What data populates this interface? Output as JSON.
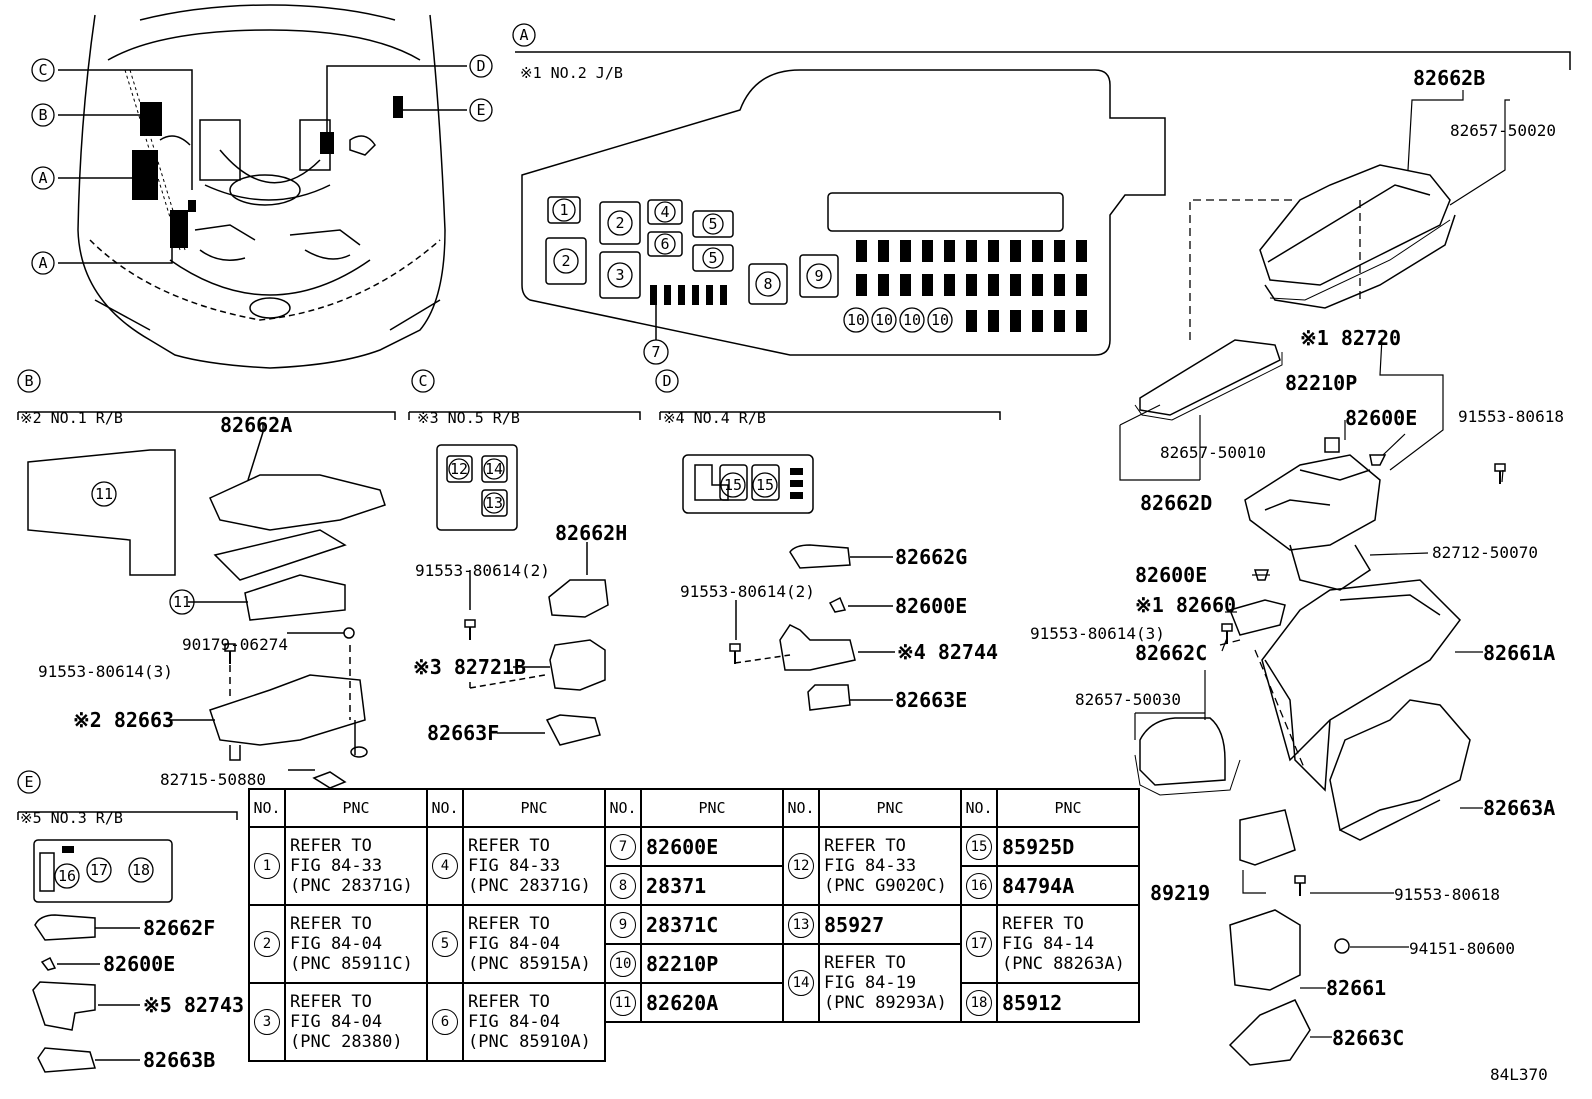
{
  "figure_code": "84L370",
  "callout_letters": [
    "A",
    "B",
    "C",
    "D",
    "E"
  ],
  "sections": {
    "A": {
      "letter": "A",
      "title": "※1 NO.2 J/B"
    },
    "B": {
      "letter": "B",
      "title": "※2 NO.1 R/B"
    },
    "C": {
      "letter": "C",
      "title": "※3 NO.5 R/B"
    },
    "D": {
      "letter": "D",
      "title": "※4 NO.4 R/B"
    },
    "E": {
      "letter": "E",
      "title": "※5 NO.3 R/B"
    }
  },
  "part_labels": {
    "p82662B": "82662B",
    "p82657_50020": "82657-50020",
    "p82720": "※1 82720",
    "p82210P": "82210P",
    "p82600E_a": "82600E",
    "p91553_80618_a": "91553-80618",
    "p82657_50010": "82657-50010",
    "p82662D": "82662D",
    "p82712_50070": "82712-50070",
    "p82600E_b": "82600E",
    "p82660": "※1 82660",
    "p91553_80614_3a": "91553-80614(3)",
    "p82662C": "82662C",
    "p82661A": "82661A",
    "p82657_50030": "82657-50030",
    "p82663A": "82663A",
    "p89219": "89219",
    "p91553_80618_b": "91553-80618",
    "p94151_80600": "94151-80600",
    "p82661": "82661",
    "p82663C": "82663C",
    "p82662A": "82662A",
    "p90179_06274": "90179-06274",
    "p91553_80614_3b": "91553-80614(3)",
    "p82663": "※2 82663",
    "p82715_50880": "82715-50880",
    "p82662H": "82662H",
    "p91553_80614_2a": "91553-80614(2)",
    "p82721B": "※3 82721B",
    "p82663F": "82663F",
    "p82662G": "82662G",
    "p91553_80614_2b": "91553-80614(2)",
    "p82600E_c": "82600E",
    "p82744": "※4 82744",
    "p82663E": "82663E",
    "p82662F": "82662F",
    "p82600E_d": "82600E",
    "p82743": "※5 82743",
    "p82663B": "82663B"
  },
  "table": {
    "header_no": "NO.",
    "header_pnc": "PNC",
    "groups": [
      {
        "rows": [
          {
            "no": "1",
            "pnc": "REFER TO\nFIG 84-33\n(PNC 28371G)"
          },
          {
            "no": "2",
            "pnc": "REFER TO\nFIG 84-04\n(PNC 85911C)"
          },
          {
            "no": "3",
            "pnc": "REFER TO\nFIG 84-04\n(PNC 28380)"
          }
        ]
      },
      {
        "rows": [
          {
            "no": "4",
            "pnc": "REFER TO\nFIG 84-33\n(PNC 28371G)"
          },
          {
            "no": "5",
            "pnc": "REFER TO\nFIG 84-04\n(PNC 85915A)"
          },
          {
            "no": "6",
            "pnc": "REFER TO\nFIG 84-04\n(PNC 85910A)"
          }
        ]
      },
      {
        "rows": [
          {
            "no": "7",
            "pnc": "82600E"
          },
          {
            "no": "8",
            "pnc": "28371"
          },
          {
            "no": "9",
            "pnc": "28371C"
          },
          {
            "no": "10",
            "pnc": "82210P"
          },
          {
            "no": "11",
            "pnc": "82620A"
          }
        ]
      },
      {
        "rows": [
          {
            "no": "12",
            "pnc": "REFER TO\nFIG 84-33\n(PNC G9020C)"
          },
          {
            "no": "13",
            "pnc": "85927"
          },
          {
            "no": "14",
            "pnc": "REFER TO\nFIG 84-19\n(PNC 89293A)"
          }
        ]
      },
      {
        "rows": [
          {
            "no": "15",
            "pnc": "85925D"
          },
          {
            "no": "16",
            "pnc": "84794A"
          },
          {
            "no": "17",
            "pnc": "REFER TO\nFIG 84-14\n(PNC 88263A)"
          },
          {
            "no": "18",
            "pnc": "85912"
          }
        ]
      }
    ]
  }
}
